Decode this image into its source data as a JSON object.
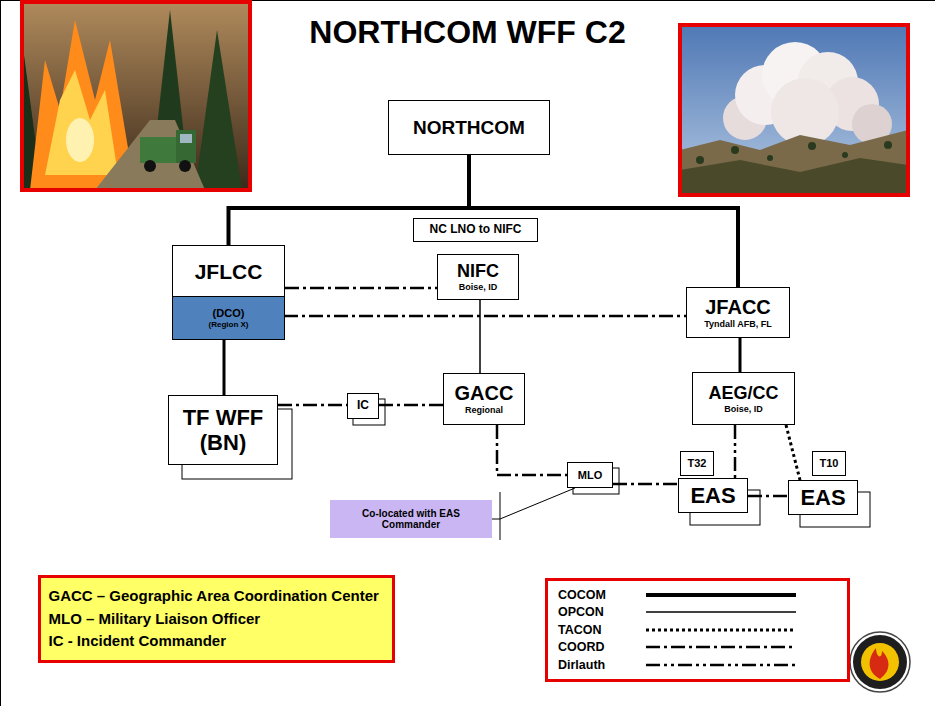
{
  "diagram": {
    "title": "NORTHCOM WFF C2",
    "nodes": [
      {
        "text": [
          "NORTHCOM"
        ]
      },
      {
        "text": [
          "NC LNO to NIFC"
        ]
      },
      {
        "text": [
          "JFLCC"
        ]
      },
      {
        "text": [
          "(DCO)",
          "(Region X)"
        ],
        "in": 2
      },
      {
        "text": [
          "NIFC",
          "Boise, ID"
        ]
      },
      {
        "text": [
          "JFACC",
          "Tyndall AFB, FL"
        ]
      },
      {
        "text": [
          "TF WFF (BN)"
        ]
      },
      {
        "text": [
          "IC"
        ]
      },
      {
        "text": [
          "GACC",
          "Regional"
        ]
      },
      {
        "text": [
          "AEG/CC",
          "Boise, ID"
        ]
      },
      {
        "text": [
          "MLO"
        ]
      },
      {
        "text": [
          "T32"
        ]
      },
      {
        "text": [
          "T10"
        ]
      },
      {
        "text": [
          "EAS"
        ]
      },
      {
        "text": [
          "EAS"
        ]
      },
      {
        "text": [
          "Co-located with EAS Commander"
        ]
      },
      {
        "text": [
          "GACC – Geographic Area Coordination Center",
          "MLO – Military Liaison Officer",
          "IC - Incident Commander"
        ]
      }
    ],
    "edges": [
      {
        "from": 0,
        "to": 2,
        "arrow": "none"
      },
      {
        "from": 0,
        "to": 5,
        "arrow": "none"
      },
      {
        "from": 2,
        "to": 4,
        "arrow": "none"
      },
      {
        "from": 3,
        "to": 5,
        "arrow": "none"
      },
      {
        "from": 2,
        "to": 6,
        "arrow": "none"
      },
      {
        "from": 4,
        "to": 8,
        "arrow": "none"
      },
      {
        "from": 6,
        "to": 7,
        "arrow": "none"
      },
      {
        "from": 7,
        "to": 8,
        "arrow": "none"
      },
      {
        "from": 5,
        "to": 9,
        "arrow": "none"
      },
      {
        "from": 8,
        "to": 10,
        "arrow": "none"
      },
      {
        "from": 10,
        "to": 13,
        "arrow": "none"
      },
      {
        "from": 13,
        "to": 14,
        "arrow": "none"
      },
      {
        "from": 9,
        "to": 13,
        "arrow": "none"
      },
      {
        "from": 9,
        "to": 14,
        "arrow": "none"
      },
      {
        "from": 15,
        "to": 10,
        "arrow": "none"
      }
    ],
    "legend": [
      {
        "text": "COCOM"
      },
      {
        "text": "OPCON"
      },
      {
        "text": "TACON"
      },
      {
        "text": "COORD"
      },
      {
        "text": "Dirlauth"
      }
    ]
  }
}
